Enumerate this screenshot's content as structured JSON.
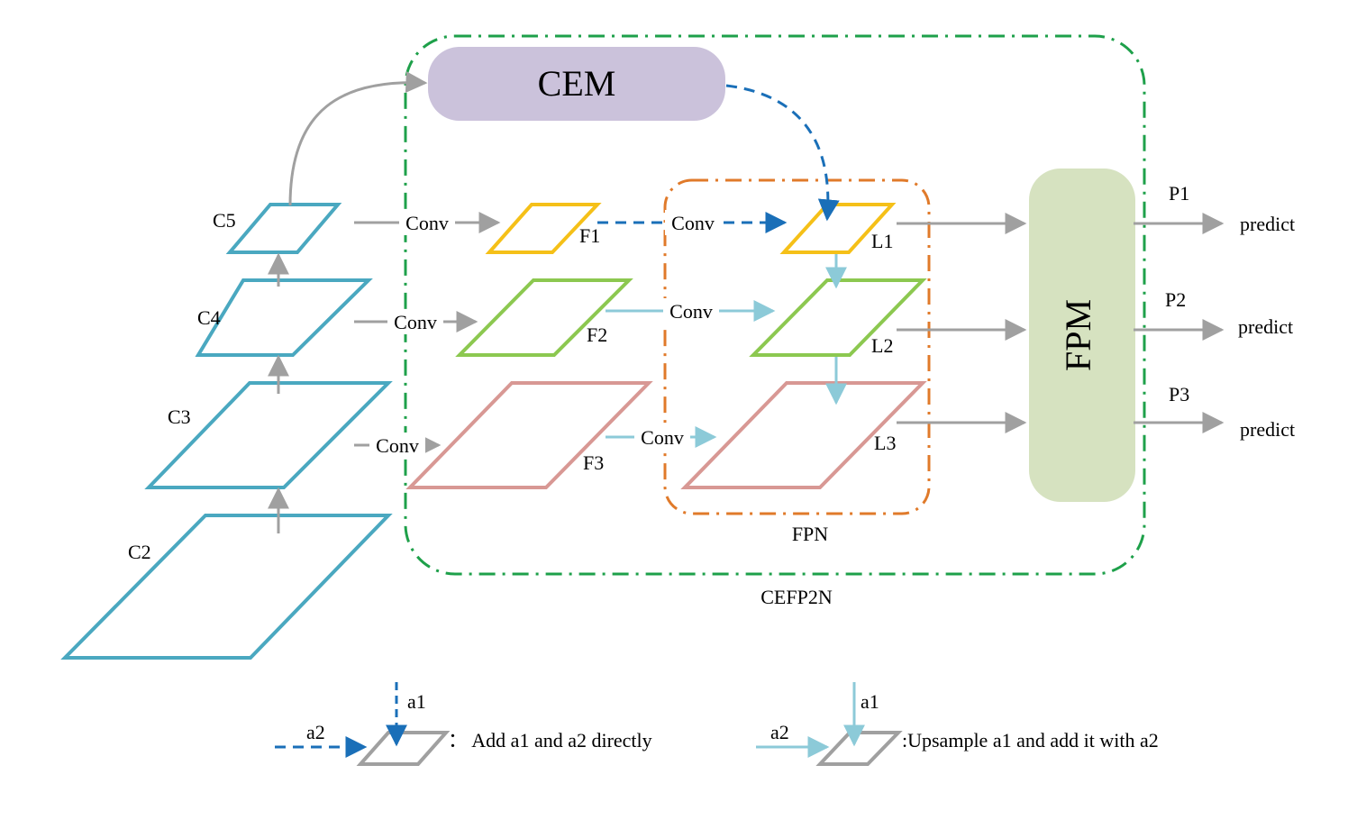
{
  "modules": {
    "cem": "CEM",
    "fpm": "FPM"
  },
  "groups": {
    "fpn": "FPN",
    "cefp2n": "CEFP2N"
  },
  "backbone": {
    "c5": "C5",
    "c4": "C4",
    "c3": "C3",
    "c2": "C2"
  },
  "features": {
    "f1": "F1",
    "f2": "F2",
    "f3": "F3"
  },
  "fpn_levels": {
    "l1": "L1",
    "l2": "L2",
    "l3": "L3"
  },
  "conv_label": "Conv",
  "outputs": [
    {
      "label": "P1",
      "predict": "predict"
    },
    {
      "label": "P2",
      "predict": "predict"
    },
    {
      "label": "P3",
      "predict": "predict"
    }
  ],
  "legend": {
    "a1": "a1",
    "a2": "a2",
    "add_text": "： Add a1 and a2 directly",
    "upsample_text": ":Upsample a1 and add it with a2"
  },
  "colors": {
    "backbone": "#4aa8c0",
    "f1": "#f5c018",
    "f2": "#8cc850",
    "f3": "#d89894",
    "cem_fill": "#cbc2db",
    "fpm_fill": "#d6e2c0",
    "green_dash": "#1ea04a",
    "orange_dash": "#e07a2a",
    "blue_dash": "#1a6fb8",
    "light_blue": "#8ccad8",
    "gray": "#a0a0a0"
  }
}
